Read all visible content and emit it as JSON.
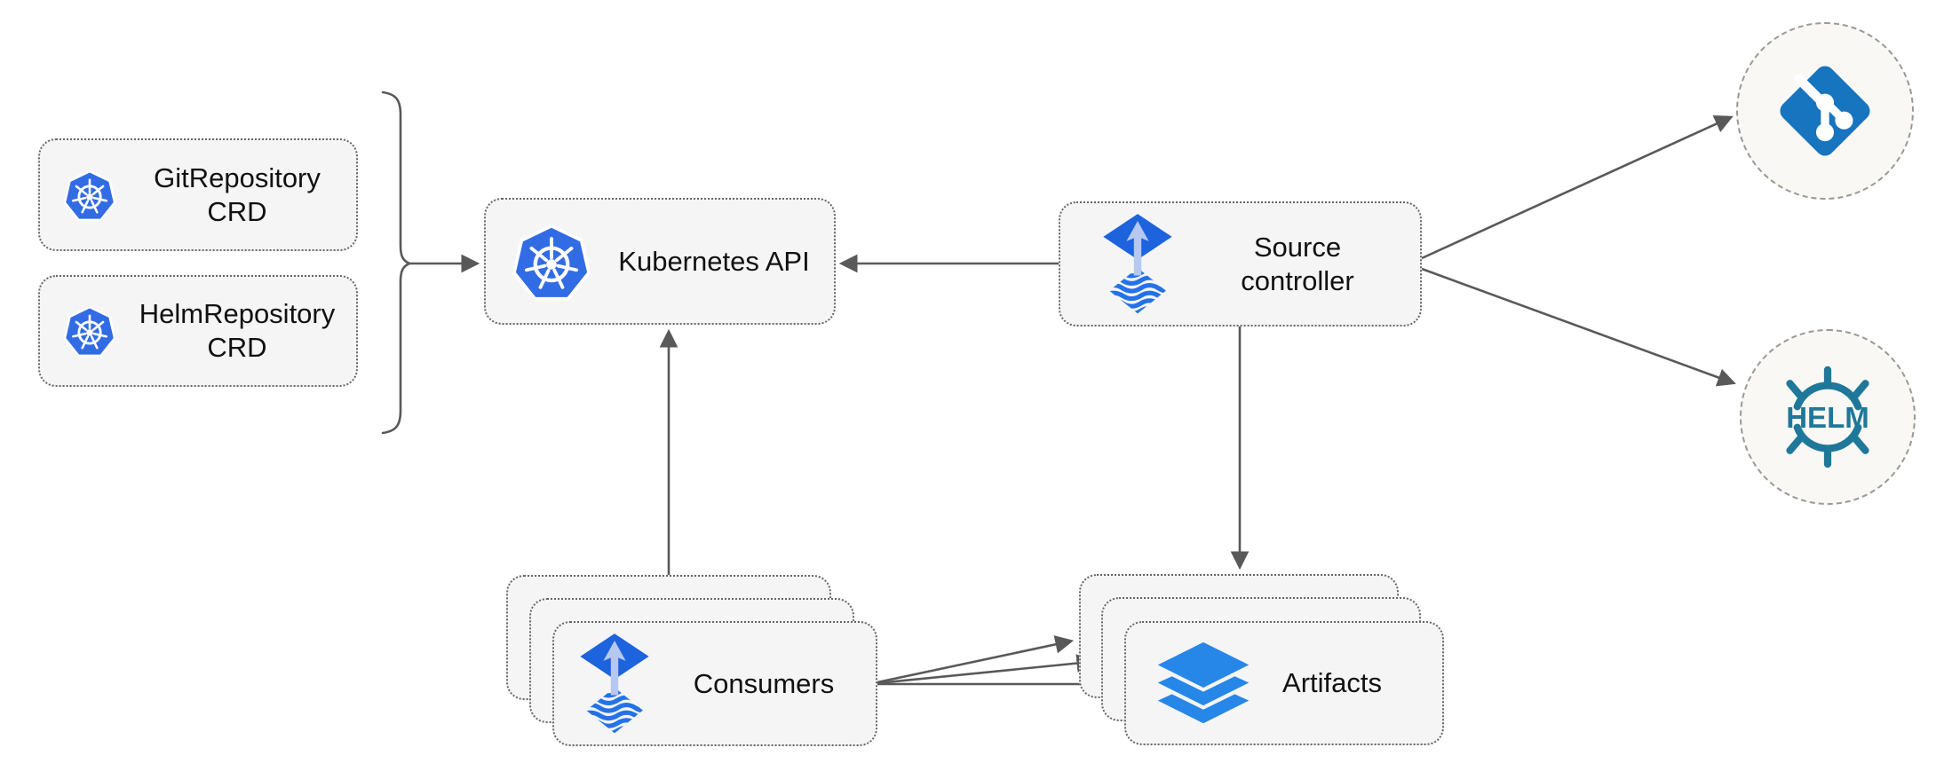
{
  "colors": {
    "kubernetes_blue": "#326CE5",
    "flux_diamond_blue": "#1E63DE",
    "flux_arrow_light": "#B6C7F0",
    "flux_wave_blue": "#2472E8",
    "git_blue": "#1774BE",
    "artifacts_layers_blue": "#2787E8",
    "helm_teal": "#1F7899",
    "node_fill": "#F5F5F5",
    "node_border": "#666666",
    "remote_circle_fill": "#FAF8F4",
    "remote_circle_border": "#999999",
    "arrow_gray": "#595959",
    "label_color": "#111111"
  },
  "nodes": {
    "git_crd": {
      "line1": "GitRepository",
      "line2": "CRD",
      "icon": "kubernetes-icon"
    },
    "helm_crd": {
      "line1": "HelmRepository",
      "line2": "CRD",
      "icon": "kubernetes-icon"
    },
    "k8s_api": {
      "label": "Kubernetes API",
      "icon": "kubernetes-icon"
    },
    "source_controller": {
      "line1": "Source",
      "line2": "controller",
      "icon": "flux-source-icon"
    },
    "consumers": {
      "label": "Consumers",
      "icon": "flux-source-icon",
      "stacked_copies": 3
    },
    "artifacts": {
      "label": "Artifacts",
      "icon": "layers-icon",
      "stacked_copies": 3
    },
    "git_remote": {
      "icon": "git-icon"
    },
    "helm_remote": {
      "icon": "helm-icon",
      "wordmark": "HELM"
    }
  },
  "edges": [
    {
      "from": "crd-bracket",
      "to": "k8s-api"
    },
    {
      "from": "source-controller",
      "to": "k8s-api"
    },
    {
      "from": "consumers",
      "to": "k8s-api"
    },
    {
      "from": "source-controller",
      "to": "artifacts"
    },
    {
      "from": "source-controller",
      "to": "git-remote"
    },
    {
      "from": "source-controller",
      "to": "helm-remote"
    },
    {
      "from": "consumers",
      "to": "artifacts"
    },
    {
      "from": "consumers",
      "to": "artifacts"
    },
    {
      "from": "consumers",
      "to": "artifacts"
    }
  ]
}
